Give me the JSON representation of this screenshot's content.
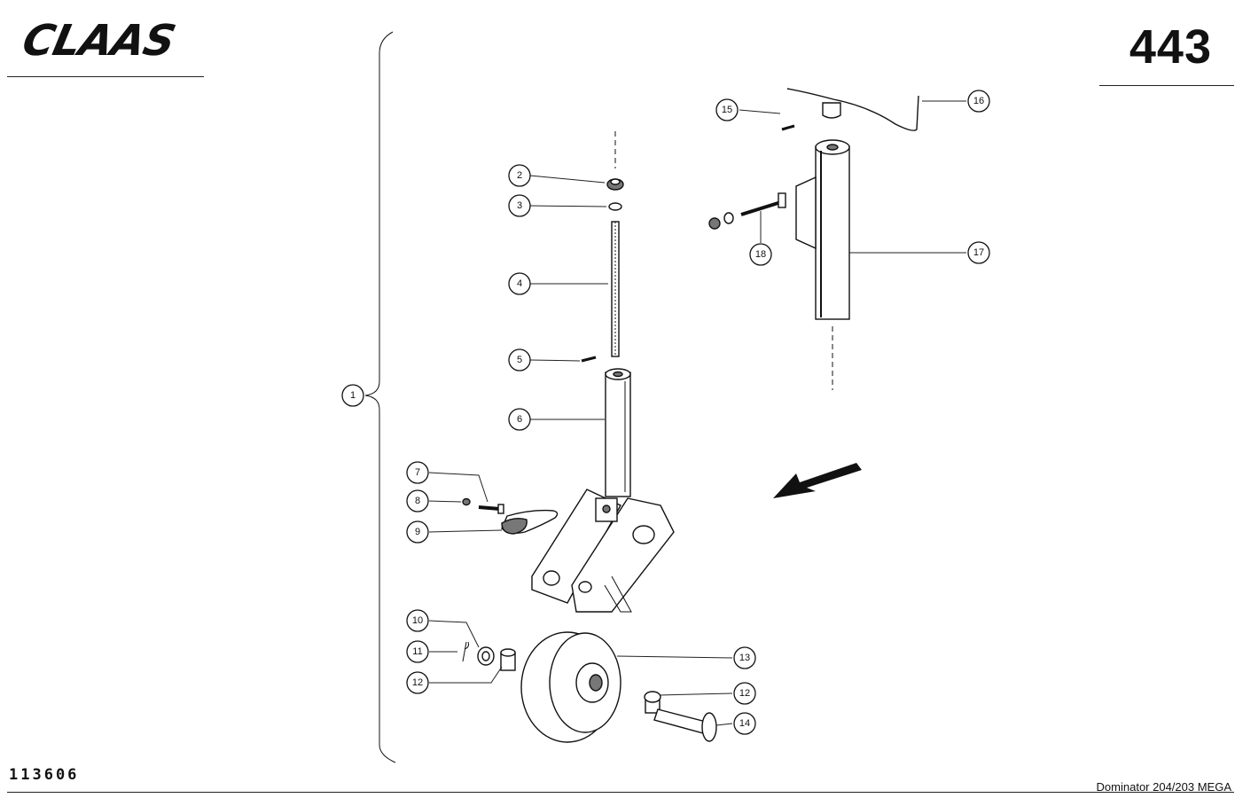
{
  "header": {
    "brand": "CLAAS",
    "page_number": "443"
  },
  "footer": {
    "doc_number": "113606",
    "model": "Dominator 204/203 MEGA"
  },
  "callouts": [
    "1",
    "2",
    "3",
    "4",
    "5",
    "6",
    "7",
    "8",
    "9",
    "10",
    "11",
    "12",
    "12",
    "13",
    "14",
    "15",
    "16",
    "17",
    "18"
  ]
}
